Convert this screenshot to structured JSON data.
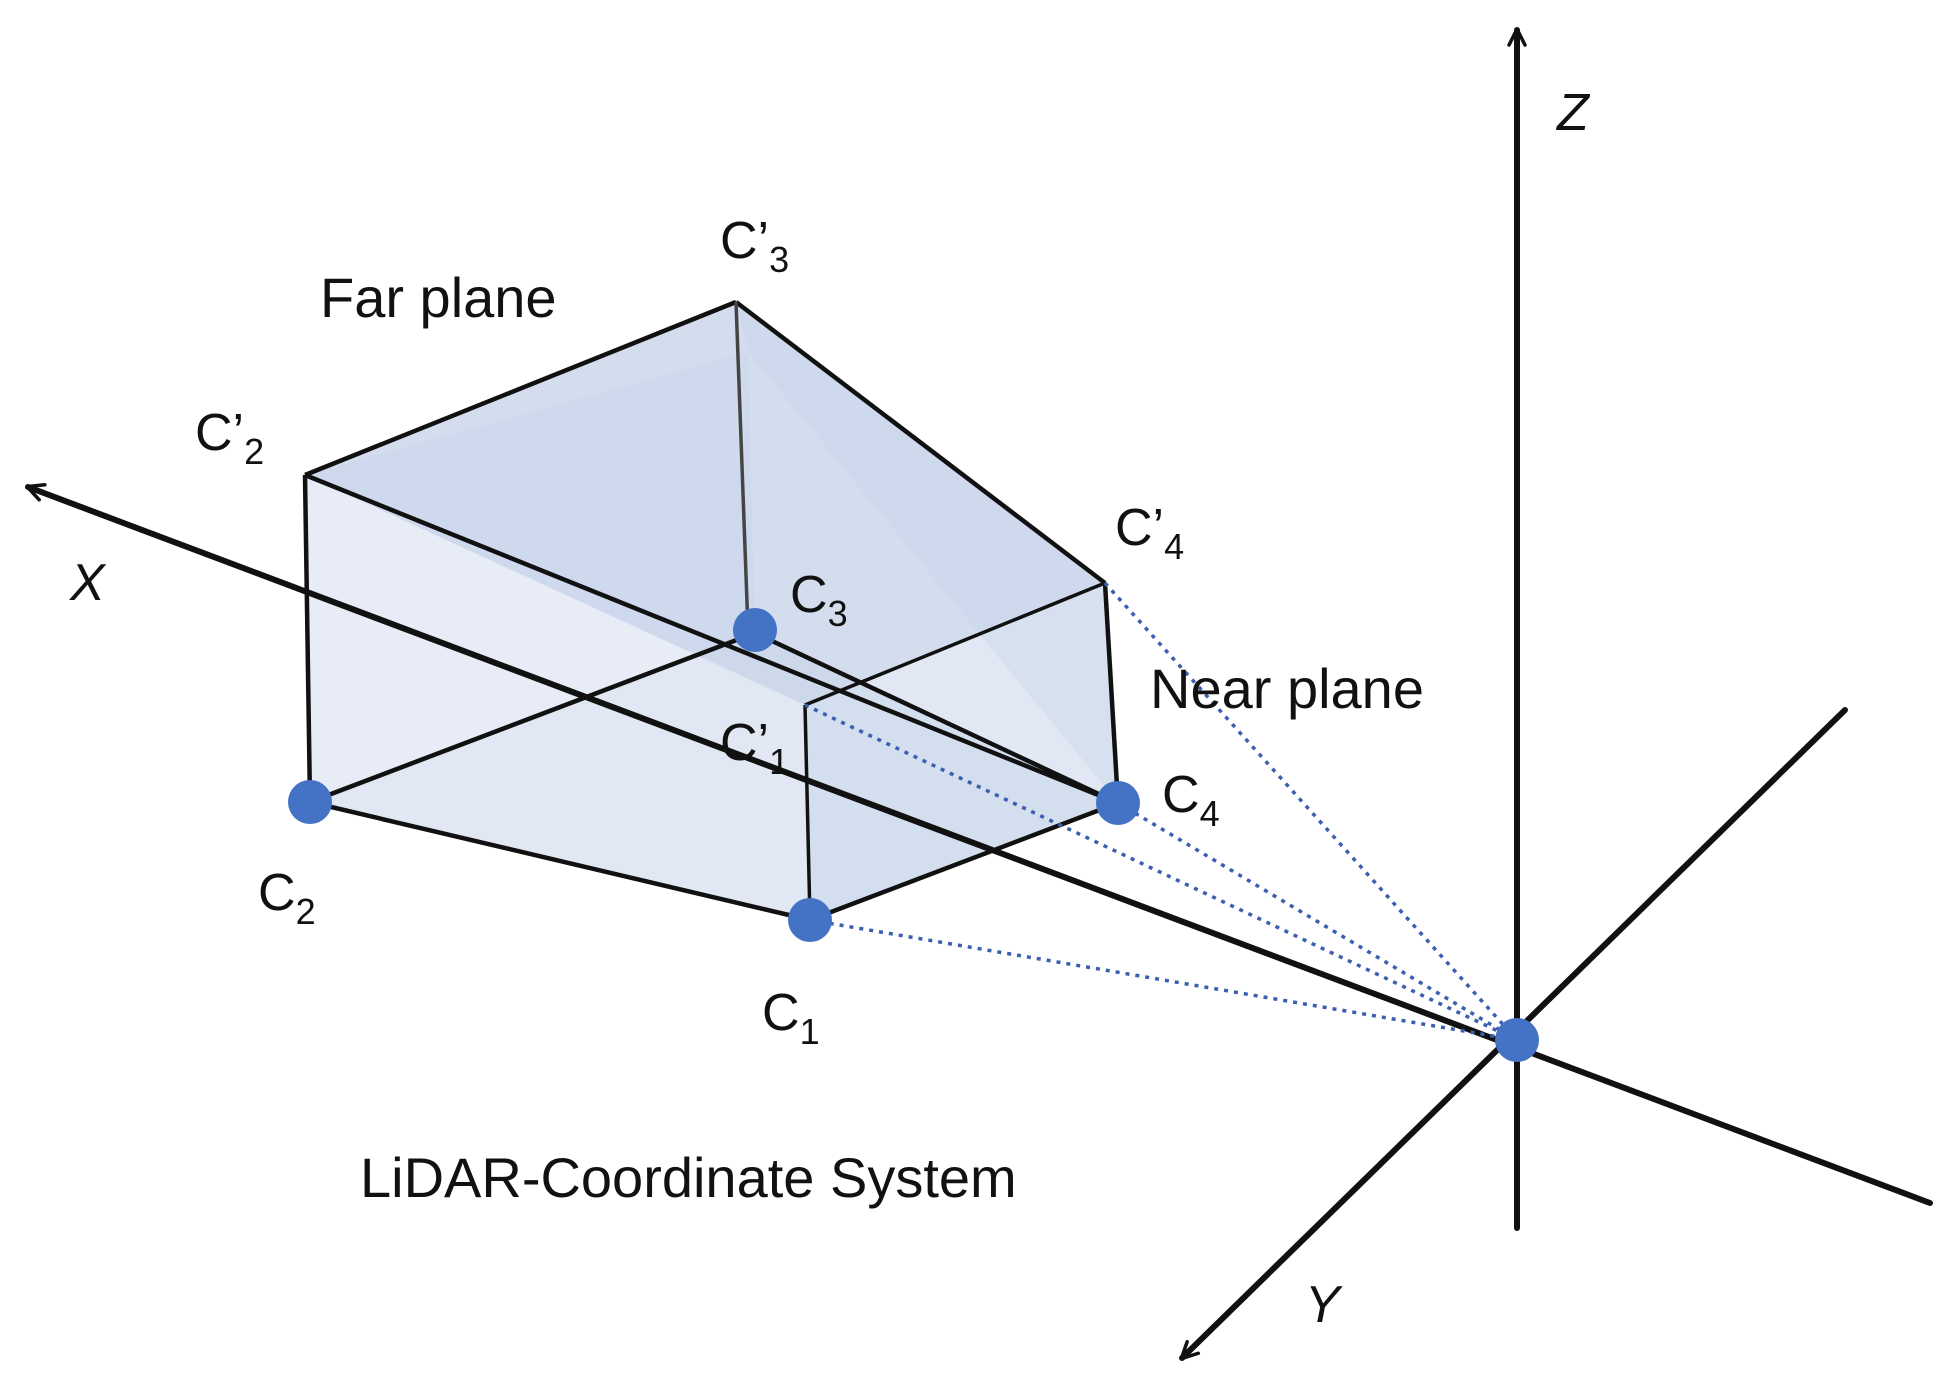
{
  "labels": {
    "far_plane": "Far plane",
    "near_plane": "Near plane",
    "system": "LiDAR-Coordinate System"
  },
  "axes": {
    "x": "X",
    "y": "Y",
    "z": "Z"
  },
  "points": {
    "c1": {
      "base": "C",
      "sub": "1"
    },
    "c2": {
      "base": "C",
      "sub": "2"
    },
    "c3": {
      "base": "C",
      "sub": "3"
    },
    "c4": {
      "base": "C",
      "sub": "4"
    },
    "c1p": {
      "base": "C’",
      "sub": "1"
    },
    "c2p": {
      "base": "C’",
      "sub": "2"
    },
    "c3p": {
      "base": "C’",
      "sub": "3"
    },
    "c4p": {
      "base": "C’",
      "sub": "4"
    }
  },
  "colors": {
    "face_fill": "#c9d5ea",
    "point": "#4472c4",
    "dotted": "#3b5fb0",
    "edge": "#111111"
  }
}
